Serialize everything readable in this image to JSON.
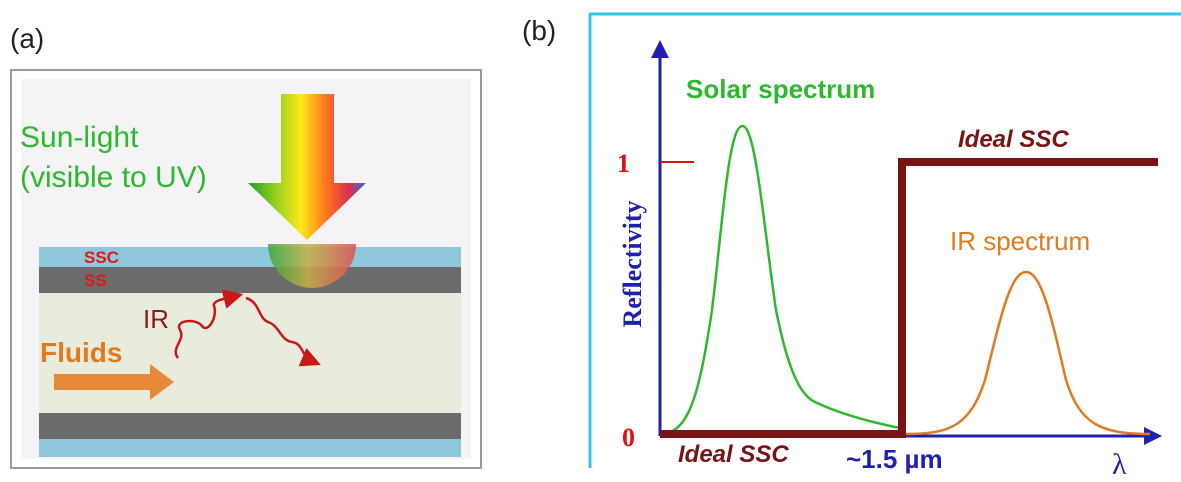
{
  "panel_a": {
    "label": "(a)",
    "sunlight_line1": "Sun-light",
    "sunlight_line2": "(visible to UV)",
    "ssc_label": "SSC",
    "ss_label": "SS",
    "ir_label": "IR",
    "fluids_label": "Fluids"
  },
  "panel_b": {
    "label": "(b)",
    "y_axis_label": "Reflectivity",
    "x_axis_symbol": "λ",
    "tick_one": "1",
    "tick_zero": "0",
    "solar_label": "Solar spectrum",
    "ir_label": "IR spectrum",
    "ideal_ssc_high": "Ideal SSC",
    "ideal_ssc_low": "Ideal SSC",
    "cutoff_label": "~1.5 µm"
  },
  "colors": {
    "green": "#2db82d",
    "orange": "#e07a20",
    "maroon": "#7a1414",
    "axis_blue": "#1f1fb0",
    "red": "#e01010",
    "frame_cyan": "#33c6e6"
  }
}
